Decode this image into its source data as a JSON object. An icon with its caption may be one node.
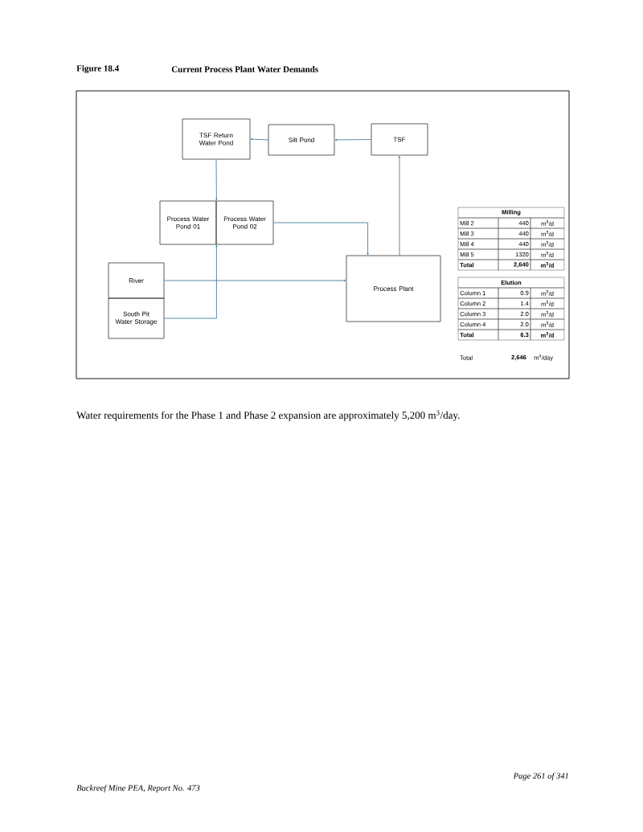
{
  "diagram": {
    "title": "Current Process Plant Water Demands",
    "nodes": [
      {
        "text": [
          "TSF Return Water Pond"
        ]
      },
      {
        "text": [
          "Silt Pond"
        ]
      },
      {
        "text": [
          "TSF"
        ]
      },
      {
        "text": [
          "Process Water Pond 01"
        ]
      },
      {
        "text": [
          "Process Water Pond 02"
        ]
      },
      {
        "text": [
          "River"
        ]
      },
      {
        "text": [
          "South Pit Water Storage"
        ]
      },
      {
        "text": [
          "Process Plant"
        ]
      }
    ],
    "edges": [
      {
        "from": 2,
        "to": 1,
        "arrow": "to"
      },
      {
        "from": 1,
        "to": 0,
        "arrow": "to"
      },
      {
        "from": 0,
        "to": 3,
        "arrow": "to"
      },
      {
        "from": 6,
        "to": 3,
        "arrow": "to"
      },
      {
        "from": 4,
        "to": 7,
        "arrow": "to"
      },
      {
        "from": 5,
        "to": 7,
        "arrow": "to"
      },
      {
        "from": 7,
        "to": 2,
        "arrow": "to"
      }
    ],
    "labels": [
      "Figure 18.4",
      "Milling",
      "Mill 2",
      "440",
      "m$^{3}$/d",
      "Mill 3",
      "440",
      "m$^{3}$/d",
      "Mill 4",
      "440",
      "m$^{3}$/d",
      "Mill 5",
      "1320",
      "m$^{3}$/d",
      "Total",
      "2,640",
      "m$^{3}$/d",
      "Elution",
      "Column 1",
      "0.9",
      "m$^{3}$/d",
      "Column 2",
      "1.4",
      "m$^{3}$/d",
      "Column 3",
      "2.0",
      "m$^{3}$/d",
      "Column 4",
      "2.0",
      "m$^{3}$/d",
      "Total",
      "6.3",
      "m$^{3}$/d",
      "Total",
      "2,646",
      "m$^{3}$/day",
      "Buckreef Mine PEA, Report No. 473",
      "Page 261 of 341"
    ],
    "caption": "Water requirements for the Phase 1 and Phase 2 expansion are approximately 5,200 m$^{3}$/day."
  }
}
